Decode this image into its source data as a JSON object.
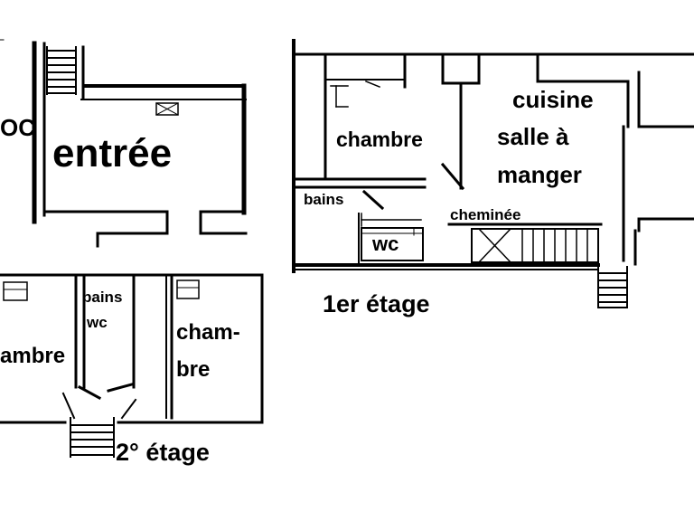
{
  "plan": {
    "ground_floor": {
      "entree": "entrée",
      "partial_label": "OC"
    },
    "first_floor": {
      "caption": "1er étage",
      "chambre": "chambre",
      "cuisine": "cuisine",
      "salle_a": "salle à",
      "manger": "manger",
      "bains": "bains",
      "cheminee": "cheminée",
      "wc": "wc"
    },
    "second_floor": {
      "caption": "2° étage",
      "chambre_left": "ambre",
      "bains": "bains",
      "wc": "wc",
      "chambre_right_line1": "cham-",
      "chambre_right_line2": "bre"
    }
  }
}
